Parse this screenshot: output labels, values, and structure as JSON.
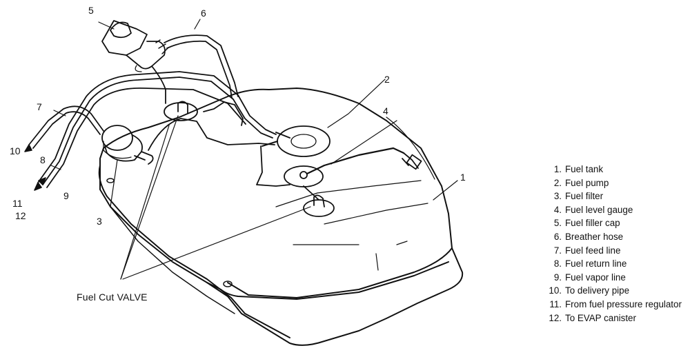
{
  "callouts": {
    "n1": "1",
    "n2": "2",
    "n3": "3",
    "n4": "4",
    "n5": "5",
    "n6": "6",
    "n7": "7",
    "n8": "8",
    "n9": "9",
    "n10": "10",
    "n11": "11",
    "n12": "12"
  },
  "fuel_cut_label": "Fuel Cut VALVE",
  "legend": [
    {
      "no": "1.",
      "text": "Fuel tank"
    },
    {
      "no": "2.",
      "text": "Fuel pump"
    },
    {
      "no": "3.",
      "text": "Fuel filter"
    },
    {
      "no": "4.",
      "text": "Fuel level gauge"
    },
    {
      "no": "5.",
      "text": "Fuel filler cap"
    },
    {
      "no": "6.",
      "text": "Breather hose"
    },
    {
      "no": "7.",
      "text": "Fuel feed line"
    },
    {
      "no": "8.",
      "text": "Fuel return line"
    },
    {
      "no": "9.",
      "text": "Fuel vapor line"
    },
    {
      "no": "10.",
      "text": "To delivery pipe"
    },
    {
      "no": "11.",
      "text": "From fuel pressure regulator"
    },
    {
      "no": "12.",
      "text": "To EVAP canister"
    }
  ]
}
